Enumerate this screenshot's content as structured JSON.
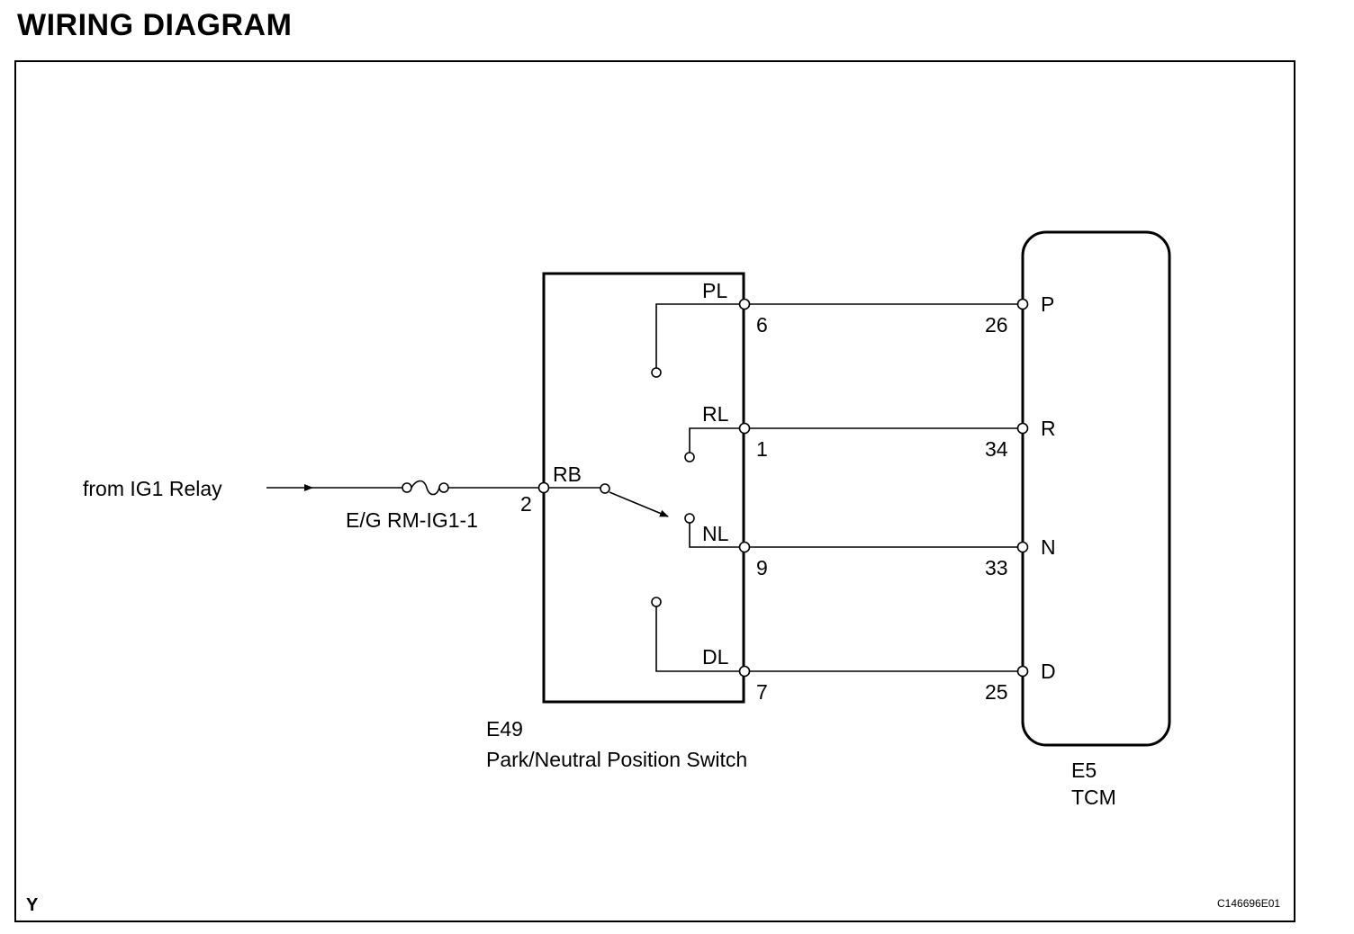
{
  "title": "WIRING DIAGRAM",
  "source_label": "from IG1 Relay",
  "fuse_label": "E/G RM-IG1-1",
  "switch": {
    "code": "E49",
    "name": "Park/Neutral Position Switch",
    "input_label": "RB",
    "input_pin": "2",
    "outputs": [
      {
        "label": "PL",
        "pin": "6"
      },
      {
        "label": "RL",
        "pin": "1"
      },
      {
        "label": "NL",
        "pin": "9"
      },
      {
        "label": "DL",
        "pin": "7"
      }
    ]
  },
  "tcm": {
    "code": "E5",
    "name": "TCM",
    "inputs": [
      {
        "label": "P",
        "pin": "26"
      },
      {
        "label": "R",
        "pin": "34"
      },
      {
        "label": "N",
        "pin": "33"
      },
      {
        "label": "D",
        "pin": "25"
      }
    ]
  },
  "footer_left": "Y",
  "figure_id": "C146696E01"
}
